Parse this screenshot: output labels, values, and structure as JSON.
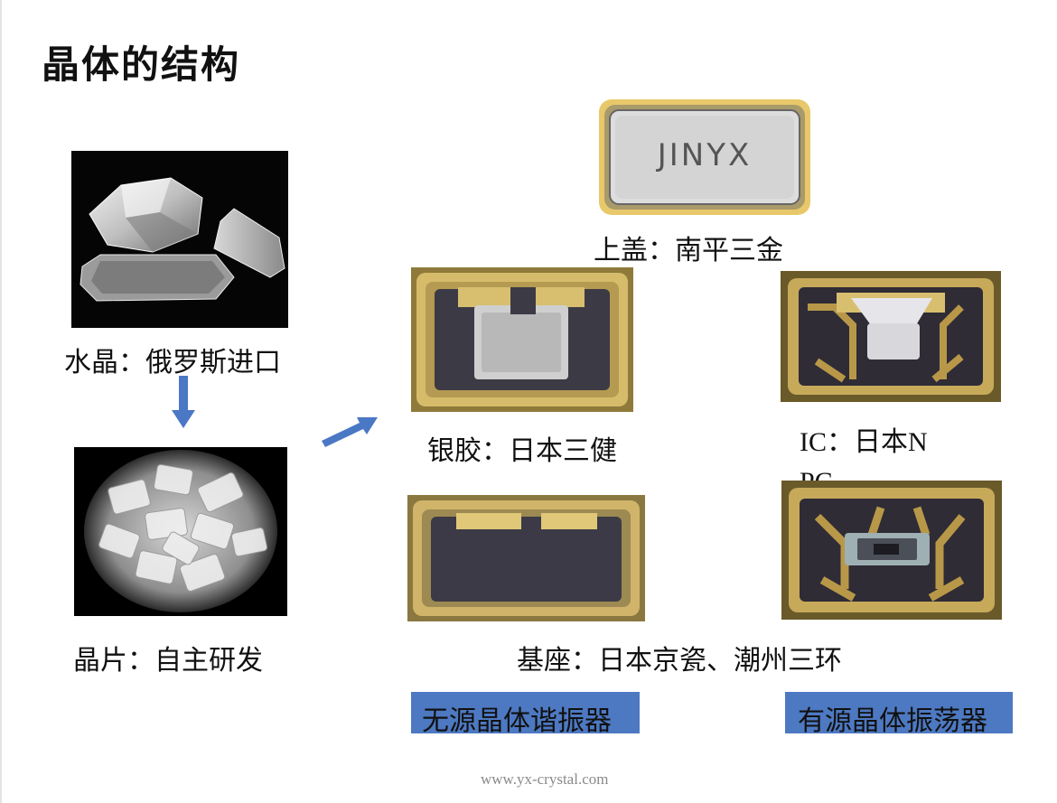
{
  "slide": {
    "title": "晶体的结构",
    "footer": "www.yx-crystal.com"
  },
  "captions": {
    "quartz": "水晶：俄罗斯进口",
    "wafer": "晶片：自主研发",
    "lid": "上盖：南平三金",
    "silver_glue": "银胶：日本三健",
    "ic": "IC：日本NPC",
    "base": "基座：日本京瓷、潮州三环"
  },
  "labels": {
    "passive": "无源晶体谐振器",
    "active": "有源晶体振荡器",
    "lid_brand": "JINYX"
  },
  "colors": {
    "label_box": "#4d79c2",
    "arrow": "#4a78c4",
    "gold_rim": "#c6a64a"
  }
}
